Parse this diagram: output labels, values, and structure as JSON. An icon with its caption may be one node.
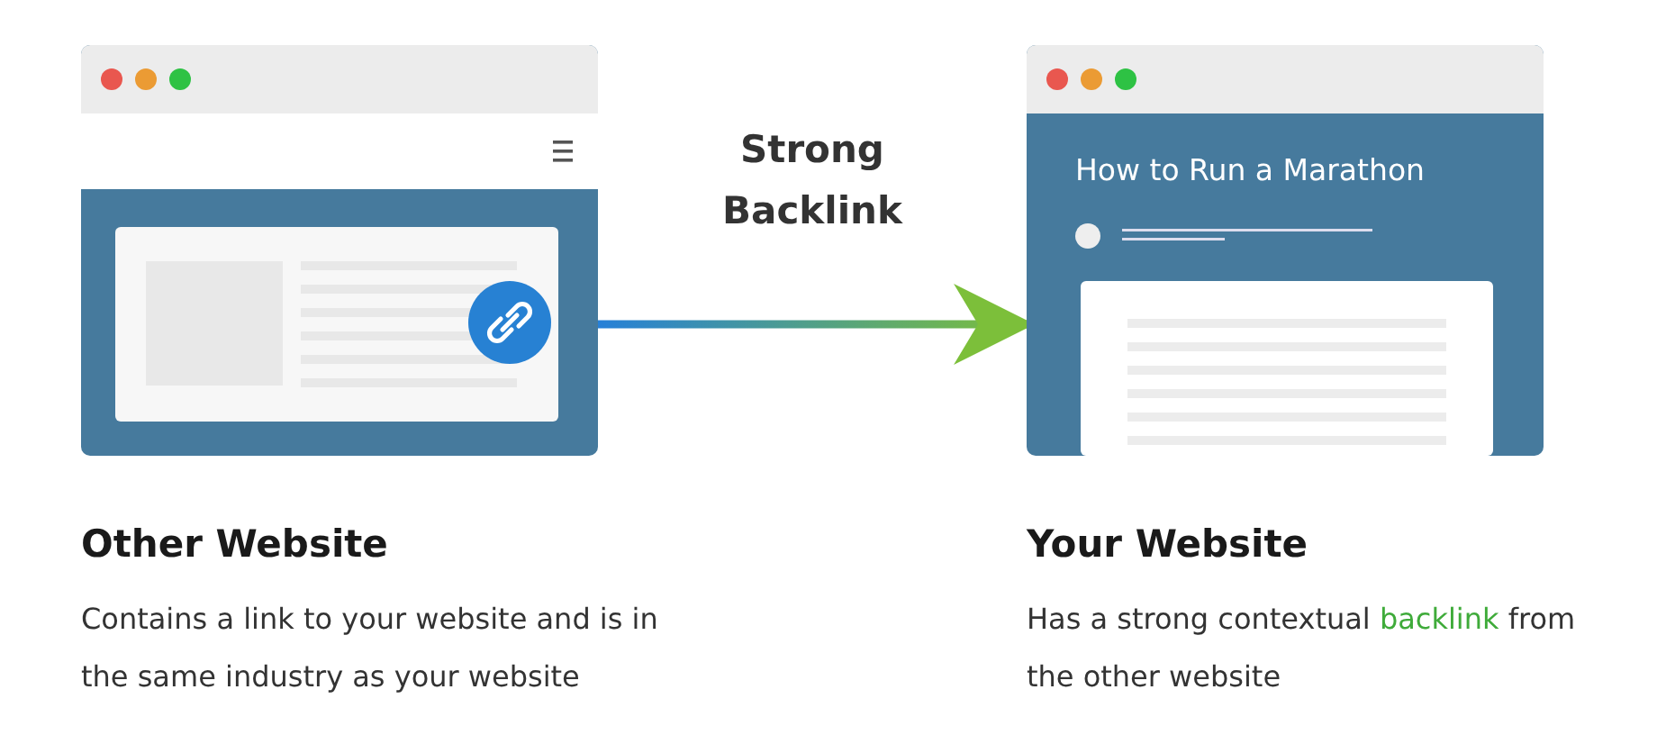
{
  "diagram": {
    "nodes": [
      {
        "text": [],
        "shape": "box",
        "beside": [
          "Other Website",
          "Contains a link to your website and is in the same industry as your website"
        ]
      },
      {
        "text": [
          "How to Run a Marathon"
        ],
        "beside": [
          "Your Website",
          "Has a strong contextual **backlink** from the other website"
        ]
      }
    ],
    "edges": [
      {
        "from": 0,
        "to": 1,
        "arrow": "to",
        "label": "Strong Backlink"
      }
    ]
  }
}
